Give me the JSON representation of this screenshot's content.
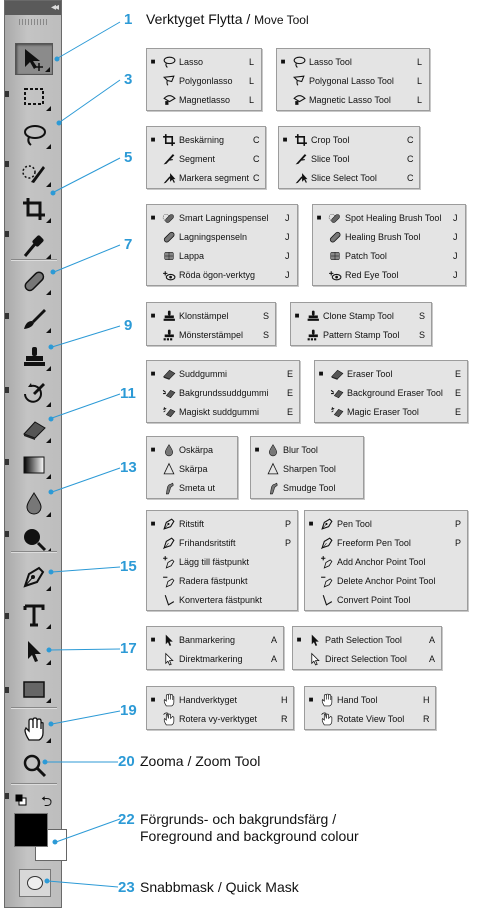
{
  "colors": {
    "accent": "#2c9ad6",
    "panel": "#e4e4e4",
    "toolbar": "#bdbdbd"
  },
  "toolbar": {
    "collapse_glyph": "◂◂",
    "tools": [
      {
        "icon": "move-icon",
        "active": true
      },
      {
        "icon": "marquee-icon"
      },
      {
        "icon": "lasso-icon"
      },
      {
        "icon": "quick-selection-icon"
      },
      {
        "icon": "crop-icon"
      },
      {
        "icon": "eyedropper-icon"
      },
      {
        "icon": "healing-brush-icon"
      },
      {
        "icon": "brush-icon"
      },
      {
        "icon": "clone-stamp-icon"
      },
      {
        "icon": "history-brush-icon"
      },
      {
        "icon": "eraser-icon"
      },
      {
        "icon": "gradient-icon"
      },
      {
        "icon": "blur-icon"
      },
      {
        "icon": "dodge-icon"
      },
      {
        "icon": "pen-icon"
      },
      {
        "icon": "type-icon"
      },
      {
        "icon": "path-selection-icon"
      },
      {
        "icon": "shape-icon"
      },
      {
        "icon": "hand-icon"
      },
      {
        "icon": "zoom-icon"
      }
    ],
    "swap_glyph": "⮌"
  },
  "callouts": [
    {
      "num": "1",
      "label": "Verktyget Flytta",
      "label_en": "Move Tool"
    },
    {
      "num": "3"
    },
    {
      "num": "5"
    },
    {
      "num": "7"
    },
    {
      "num": "9"
    },
    {
      "num": "11"
    },
    {
      "num": "13"
    },
    {
      "num": "15"
    },
    {
      "num": "17"
    },
    {
      "num": "19"
    },
    {
      "num": "20",
      "label": "Zooma / Zoom Tool"
    },
    {
      "num": "22",
      "label": "Förgrunds- och bakgrundsfärg /",
      "label2": "Foreground and background colour"
    },
    {
      "num": "23",
      "label": "Snabbmask / Quick Mask"
    }
  ],
  "groups": [
    {
      "sv": [
        [
          "lasso-icon",
          "Lasso",
          "L"
        ],
        [
          "polygon-lasso-icon",
          "Polygonlasso",
          "L"
        ],
        [
          "magnetic-lasso-icon",
          "Magnetlasso",
          "L"
        ]
      ],
      "en": [
        [
          "lasso-icon",
          "Lasso Tool",
          "L"
        ],
        [
          "polygon-lasso-icon",
          "Polygonal Lasso Tool",
          "L"
        ],
        [
          "magnetic-lasso-icon",
          "Magnetic Lasso Tool",
          "L"
        ]
      ]
    },
    {
      "sv": [
        [
          "crop-icon",
          "Beskärning",
          "C"
        ],
        [
          "slice-icon",
          "Segment",
          "C"
        ],
        [
          "slice-select-icon",
          "Markera segment",
          "C"
        ]
      ],
      "en": [
        [
          "crop-icon",
          "Crop Tool",
          "C"
        ],
        [
          "slice-icon",
          "Slice Tool",
          "C"
        ],
        [
          "slice-select-icon",
          "Slice Select Tool",
          "C"
        ]
      ]
    },
    {
      "sv": [
        [
          "spot-healing-icon",
          "Smart Lagningspensel",
          "J"
        ],
        [
          "healing-brush-icon",
          "Lagningspenseln",
          "J"
        ],
        [
          "patch-icon",
          "Lappa",
          "J"
        ],
        [
          "red-eye-icon",
          "Röda ögon-verktyg",
          "J"
        ]
      ],
      "en": [
        [
          "spot-healing-icon",
          "Spot Healing Brush Tool",
          "J"
        ],
        [
          "healing-brush-icon",
          "Healing Brush Tool",
          "J"
        ],
        [
          "patch-icon",
          "Patch Tool",
          "J"
        ],
        [
          "red-eye-icon",
          "Red Eye Tool",
          "J"
        ]
      ]
    },
    {
      "sv": [
        [
          "clone-stamp-icon",
          "Klonstämpel",
          "S"
        ],
        [
          "pattern-stamp-icon",
          "Mönsterstämpel",
          "S"
        ]
      ],
      "en": [
        [
          "clone-stamp-icon",
          "Clone Stamp Tool",
          "S"
        ],
        [
          "pattern-stamp-icon",
          "Pattern Stamp Tool",
          "S"
        ]
      ]
    },
    {
      "sv": [
        [
          "eraser-icon",
          "Suddgummi",
          "E"
        ],
        [
          "background-eraser-icon",
          "Bakgrundssuddgummi",
          "E"
        ],
        [
          "magic-eraser-icon",
          "Magiskt suddgummi",
          "E"
        ]
      ],
      "en": [
        [
          "eraser-icon",
          "Eraser Tool",
          "E"
        ],
        [
          "background-eraser-icon",
          "Background Eraser Tool",
          "E"
        ],
        [
          "magic-eraser-icon",
          "Magic Eraser Tool",
          "E"
        ]
      ]
    },
    {
      "sv": [
        [
          "blur-icon",
          "Oskärpa",
          ""
        ],
        [
          "sharpen-icon",
          "Skärpa",
          ""
        ],
        [
          "smudge-icon",
          "Smeta ut",
          ""
        ]
      ],
      "en": [
        [
          "blur-icon",
          "Blur Tool",
          ""
        ],
        [
          "sharpen-icon",
          "Sharpen Tool",
          ""
        ],
        [
          "smudge-icon",
          "Smudge Tool",
          ""
        ]
      ]
    },
    {
      "sv": [
        [
          "pen-icon",
          "Ritstift",
          "P"
        ],
        [
          "freeform-pen-icon",
          "Frihandsritstift",
          "P"
        ],
        [
          "add-anchor-icon",
          "Lägg till fästpunkt",
          ""
        ],
        [
          "delete-anchor-icon",
          "Radera fästpunkt",
          ""
        ],
        [
          "convert-point-icon",
          "Konvertera fästpunkt",
          ""
        ]
      ],
      "en": [
        [
          "pen-icon",
          "Pen Tool",
          "P"
        ],
        [
          "freeform-pen-icon",
          "Freeform Pen Tool",
          "P"
        ],
        [
          "add-anchor-icon",
          "Add Anchor Point Tool",
          ""
        ],
        [
          "delete-anchor-icon",
          "Delete Anchor Point Tool",
          ""
        ],
        [
          "convert-point-icon",
          "Convert Point Tool",
          ""
        ]
      ]
    },
    {
      "sv": [
        [
          "path-selection-icon",
          "Banmarkering",
          "A"
        ],
        [
          "direct-selection-icon",
          "Direktmarkering",
          "A"
        ]
      ],
      "en": [
        [
          "path-selection-icon",
          "Path Selection Tool",
          "A"
        ],
        [
          "direct-selection-icon",
          "Direct Selection Tool",
          "A"
        ]
      ]
    },
    {
      "sv": [
        [
          "hand-icon",
          "Handverktyget",
          "H"
        ],
        [
          "rotate-view-icon",
          "Rotera vy-verktyget",
          "R"
        ]
      ],
      "en": [
        [
          "hand-icon",
          "Hand Tool",
          "H"
        ],
        [
          "rotate-view-icon",
          "Rotate View Tool",
          "R"
        ]
      ]
    }
  ]
}
